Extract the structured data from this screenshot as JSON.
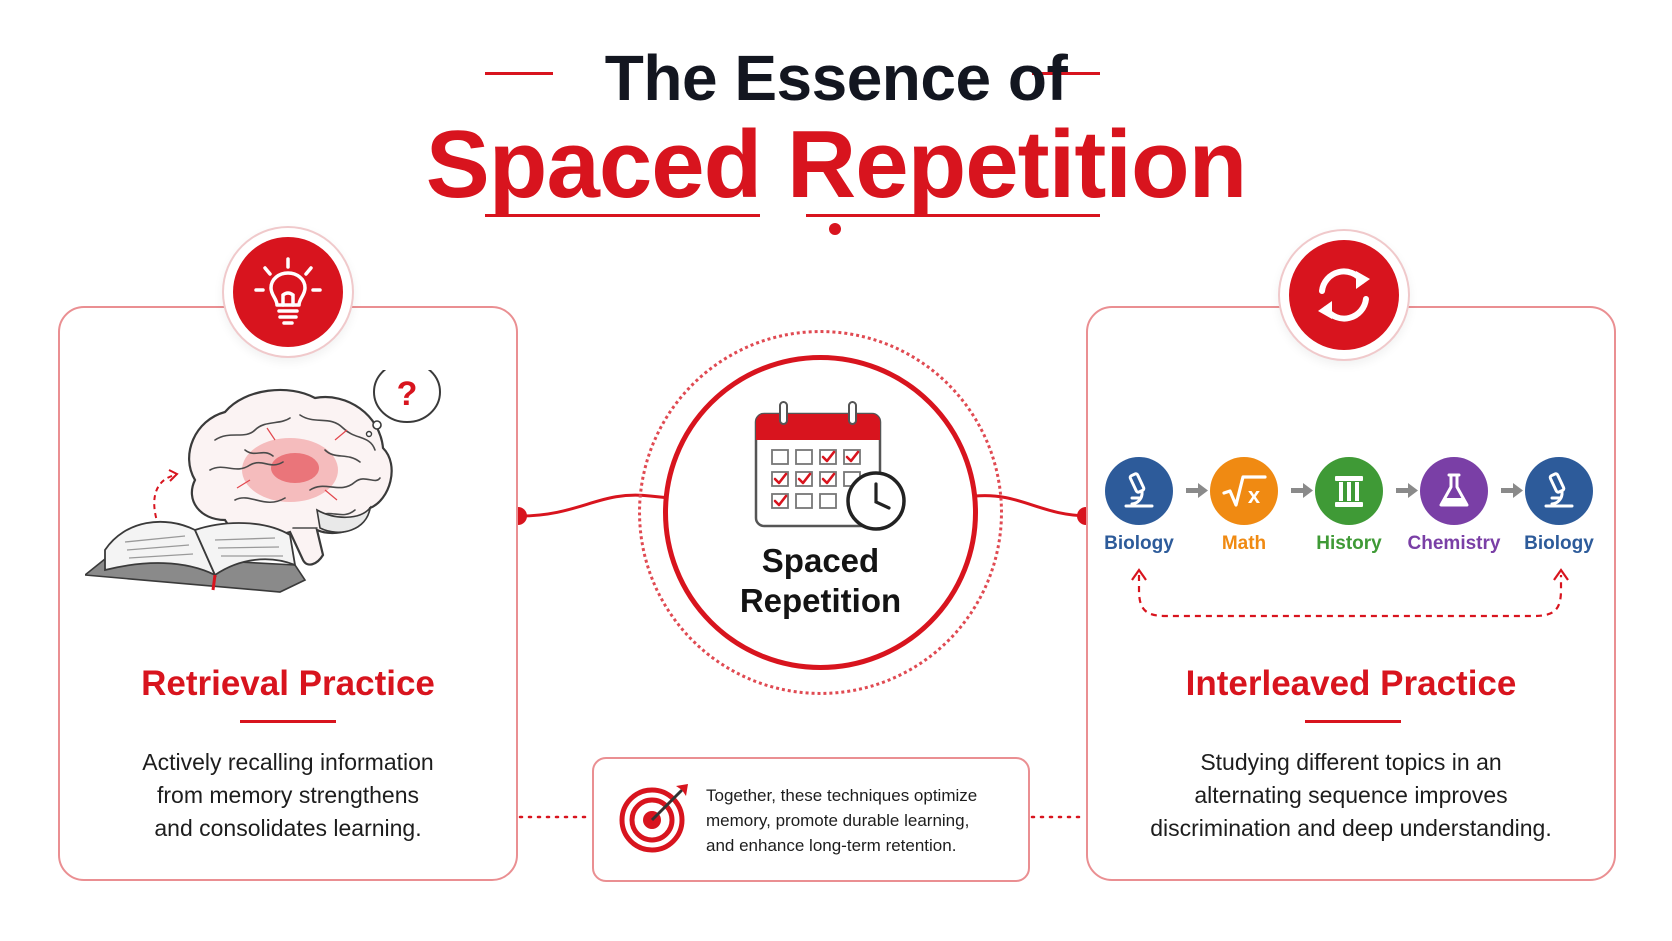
{
  "title": {
    "line1": "The Essence of",
    "line2": "Spaced Repetition"
  },
  "colors": {
    "accent": "#d8141e",
    "border": "#ea8f92",
    "dark": "#131620"
  },
  "left_panel": {
    "icon": "lightbulb-icon",
    "heading": "Retrieval Practice",
    "description_lines": [
      "Actively recalling information",
      "from memory strengthens",
      "and consolidates learning."
    ],
    "illustration": [
      "brain-icon",
      "open-book-icon",
      "question-bubble-icon"
    ]
  },
  "center": {
    "icon": "calendar-clock-icon",
    "label_lines": [
      "Spaced",
      "Repetition"
    ]
  },
  "right_panel": {
    "icon": "refresh-cycle-icon",
    "heading": "Interleaved Practice",
    "description_lines": [
      "Studying different topics in an",
      "alternating sequence improves",
      "discrimination and deep understanding."
    ],
    "topics": [
      {
        "label": "Biology",
        "icon": "microscope-icon",
        "color": "#2d5b9a"
      },
      {
        "label": "Math",
        "icon": "square-root-icon",
        "color": "#f08a12"
      },
      {
        "label": "History",
        "icon": "pillar-icon",
        "color": "#3f9a36"
      },
      {
        "label": "Chemistry",
        "icon": "flask-icon",
        "color": "#7a3fa6"
      },
      {
        "label": "Biology",
        "icon": "microscope-icon",
        "color": "#2d5b9a"
      }
    ]
  },
  "summary": {
    "icon": "target-icon",
    "lines": [
      "Together, these techniques optimize",
      "memory, promote durable learning,",
      "and enhance long-term retention."
    ]
  }
}
